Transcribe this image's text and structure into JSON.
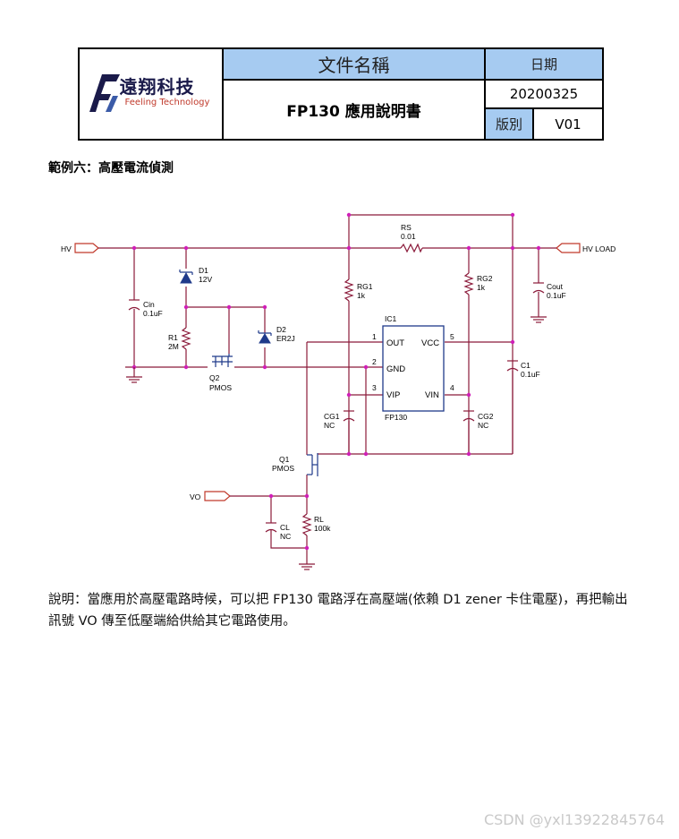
{
  "header": {
    "logo_cn": "遠翔科技",
    "logo_en": "Feeling Technology",
    "doc_name_label": "文件名稱",
    "doc_name": "FP130 應用說明書",
    "date_label": "日期",
    "date": "20200325",
    "version_label": "版別",
    "version": "V01"
  },
  "section_title": "範例六：高壓電流偵測",
  "schematic": {
    "ports": {
      "hv": "HV",
      "hv_load": "HV LOAD",
      "vo": "VO"
    },
    "rs": {
      "ref": "RS",
      "value": "0.01"
    },
    "rg1": {
      "ref": "RG1",
      "value": "1k"
    },
    "rg2": {
      "ref": "RG2",
      "value": "1k"
    },
    "cout": {
      "ref": "Cout",
      "value": "0.1uF"
    },
    "cin": {
      "ref": "Cin",
      "value": "0.1uF"
    },
    "d1": {
      "ref": "D1",
      "value": "12V"
    },
    "d2": {
      "ref": "D2",
      "value": "ER2J"
    },
    "r1": {
      "ref": "R1",
      "value": "2M"
    },
    "q2": {
      "ref": "Q2",
      "value": "PMOS"
    },
    "q1": {
      "ref": "Q1",
      "value": "PMOS"
    },
    "ic": {
      "ref": "IC1",
      "part": "FP130",
      "pins": {
        "out": "OUT",
        "gnd": "GND",
        "vip": "VIP",
        "vcc": "VCC",
        "vin": "VIN"
      },
      "pin_numbers": {
        "out": "1",
        "gnd": "2",
        "vip": "3",
        "vin": "4",
        "vcc": "5"
      }
    },
    "c1": {
      "ref": "C1",
      "value": "0.1uF"
    },
    "cg1": {
      "ref": "CG1",
      "value": "NC"
    },
    "cg2": {
      "ref": "CG2",
      "value": "NC"
    },
    "cl": {
      "ref": "CL",
      "value": "NC"
    },
    "rl": {
      "ref": "RL",
      "value": "100k"
    }
  },
  "description": "說明：當應用於高壓電路時候，可以把 FP130 電路浮在高壓端(依賴 D1 zener 卡住電壓)，再把輸出訊號 VO 傳至低壓端給供給其它電路使用。",
  "watermark": "CSDN @yxl13922845764"
}
